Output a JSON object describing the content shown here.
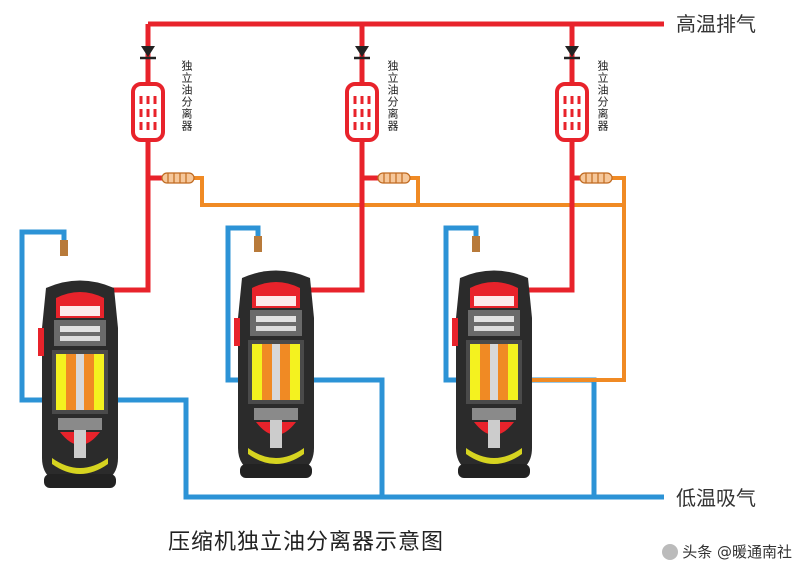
{
  "labels": {
    "high_temp_discharge": "高温排气",
    "low_temp_suction": "低温吸气",
    "title": "压缩机独立油分离器示意图",
    "watermark": "头条 @暖通南社"
  },
  "colors": {
    "discharge_line": "#e8232b",
    "oil_return_line": "#f08a24",
    "suction_line": "#2c93d6",
    "compressor_body": "#2b2b2b",
    "motor_stator": "#f4f21f",
    "motor_rotor": "#f08a24"
  },
  "units": [
    {
      "separator_label": "独立油分离器"
    },
    {
      "separator_label": "独立油分离器"
    },
    {
      "separator_label": "独立油分离器"
    }
  ],
  "icons": [
    "check-valve-icon",
    "oil-separator-icon",
    "capillary-coil-icon",
    "compressor-icon",
    "wechat-logo-icon"
  ]
}
